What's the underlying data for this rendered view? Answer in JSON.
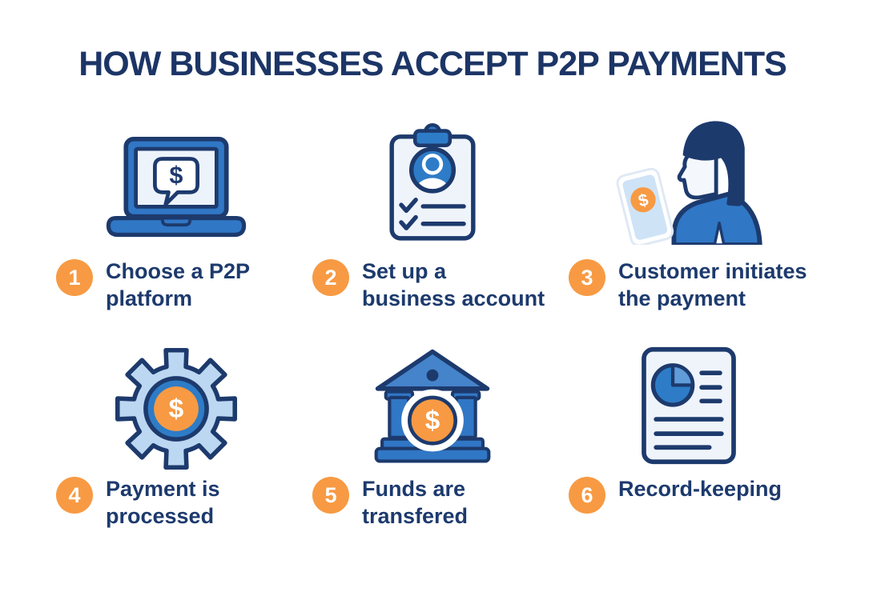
{
  "title": "HOW BUSINESSES ACCEPT P2P PAYMENTS",
  "dollar": "$",
  "colors": {
    "navy_outline_text": "#1d3a6d",
    "title_navy": "#1c3566",
    "medium_blue": "#3077c5",
    "avatar_blue": "#2e7cc7",
    "light_blue": "#bcd7f1",
    "pale_screen_blue": "#edf3fa",
    "phone_screen_blue": "#cfe3f7",
    "orange": "#f79a43",
    "background": "#ffffff"
  },
  "steps": [
    {
      "number": "1",
      "line1": "Choose a P2P",
      "line2": "platform",
      "icon": "laptop-dollar-icon"
    },
    {
      "number": "2",
      "line1": "Set up a",
      "line2": "business account",
      "icon": "clipboard-account-icon"
    },
    {
      "number": "3",
      "line1": "Customer initiates",
      "line2": "the payment",
      "icon": "customer-phone-icon"
    },
    {
      "number": "4",
      "line1": "Payment is",
      "line2": "processed",
      "icon": "gear-dollar-icon"
    },
    {
      "number": "5",
      "line1": "Funds are",
      "line2": "transfered",
      "icon": "bank-dollar-icon"
    },
    {
      "number": "6",
      "line1": "Record-keeping",
      "line2": "",
      "icon": "report-document-icon"
    }
  ]
}
